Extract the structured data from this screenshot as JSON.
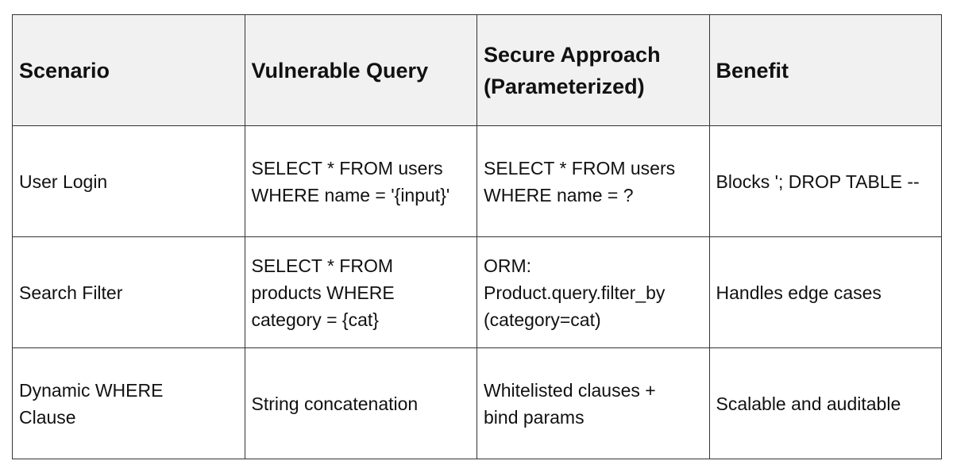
{
  "table": {
    "headers": [
      "Scenario",
      "Vulnerable Query",
      "Secure Approach\n(Parameterized)",
      "Benefit"
    ],
    "rows": [
      [
        "User Login",
        "SELECT * FROM users\nWHERE name = '{input}'",
        "SELECT * FROM users\nWHERE name = ?",
        "Blocks '; DROP TABLE --"
      ],
      [
        "Search Filter",
        "SELECT * FROM\nproducts WHERE\ncategory = {cat}",
        "ORM:\nProduct.query.filter_by\n(category=cat)",
        "Handles edge cases"
      ],
      [
        "Dynamic WHERE\nClause",
        "String concatenation",
        "Whitelisted clauses +\nbind params",
        "Scalable and auditable"
      ]
    ]
  }
}
